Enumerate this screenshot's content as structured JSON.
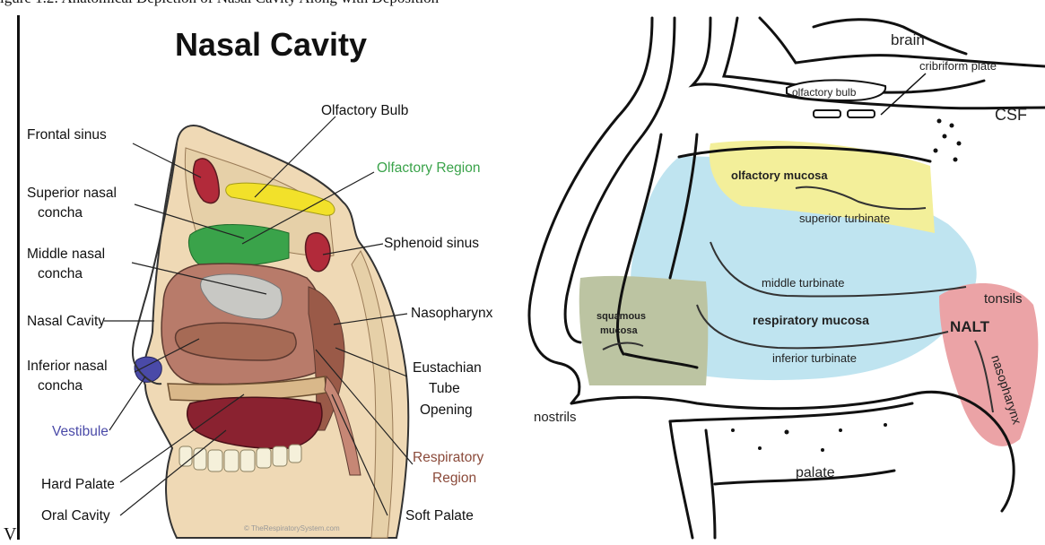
{
  "top_caption": "igure 1.2: Anatomical Depiction of Nasal Cavity Along with Deposition",
  "corner_char": "V",
  "left": {
    "title": "Nasal Cavity",
    "labels": {
      "frontal": "Frontal sinus",
      "superior1": "Superior nasal",
      "superior2": "concha",
      "middle1": "Middle nasal",
      "middle2": "concha",
      "nasal_cavity": "Nasal Cavity",
      "inferior1": "Inferior nasal",
      "inferior2": "concha",
      "vestibule": "Vestibule",
      "hard_palate": "Hard Palate",
      "oral_cavity": "Oral Cavity",
      "olf_bulb": "Olfactory Bulb",
      "olf_region": "Olfactory Region",
      "sphenoid": "Sphenoid sinus",
      "nasopharynx": "Nasopharynx",
      "eust1": "Eustachian",
      "eust2": "Tube",
      "eust3": "Opening",
      "resp1": "Respiratory",
      "resp2": "Region",
      "soft_palate": "Soft Palate",
      "copyright": "© TheRespiratorySystem.com"
    }
  },
  "right": {
    "labels": {
      "brain": "brain",
      "cribriform": "cribriform plate",
      "olf_bulb": "olfactory bulb",
      "csf": "CSF",
      "olf_mucosa": "olfactory mucosa",
      "sup_turb": "superior turbinate",
      "mid_turb": "middle turbinate",
      "tonsils": "tonsils",
      "squam1": "squamous",
      "squam2": "mucosa",
      "resp_mucosa": "respiratory mucosa",
      "nalt": "NALT",
      "inf_turb": "inferior turbinate",
      "nasopharynx": "nasopharynx",
      "nostrils": "nostrils",
      "palate": "palate"
    }
  },
  "colors": {
    "olfactory_region": "#3aa34a",
    "vestibule": "#4a4aa8",
    "respiratory_region": "#8b4a3a",
    "olfactory_mucosa": "#f3ef9a",
    "respiratory_mucosa": "#bfe4f0",
    "squamous_mucosa": "#bcc4a2",
    "nalt": "#eba3a6"
  }
}
